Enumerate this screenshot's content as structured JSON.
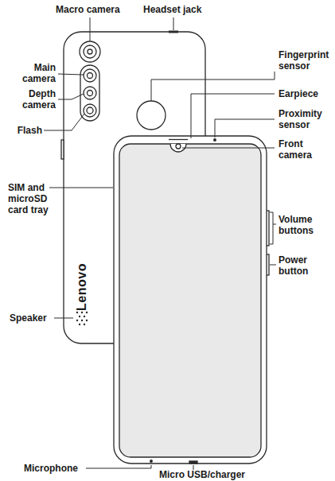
{
  "diagram": {
    "labels": [
      "Macro camera",
      "Headset jack",
      "Main camera",
      "Depth camera",
      "Flash",
      "Fingerprint sensor",
      "Earpiece",
      "Proximity sensor",
      "Front camera",
      "SIM and microSD card tray",
      "Volume buttons",
      "Power button",
      "Lenovo",
      "Speaker",
      "Microphone",
      "Micro USB/charger"
    ]
  }
}
